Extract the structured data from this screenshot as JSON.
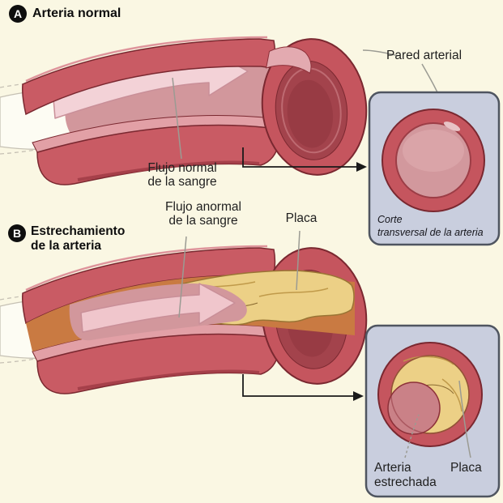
{
  "colors": {
    "background": "#FAF7E3",
    "artery_wall": "#C95B64",
    "artery_outline": "#7A2830",
    "lumen_pink": "#D2979C",
    "flow_arrow_pink": "#F3D2D7",
    "cap_interior": "#A3434C",
    "plaque_yellow": "#ECD086",
    "plaque_outline": "#9A7434",
    "narrowed_flow_orange": "#C97A42",
    "inset_background": "#C9CEDE",
    "inset_border": "#4F5560",
    "text": "#1F1F1F",
    "leader_line": "#9B9B93"
  },
  "panel_a": {
    "badge": "A",
    "title": "Arteria normal",
    "flow_label": [
      "Flujo normal",
      "de la sangre"
    ],
    "wall_label": "Pared arterial",
    "inset_caption": [
      "Corte",
      "transversal de la arteria"
    ]
  },
  "panel_b": {
    "badge": "B",
    "title": [
      "Estrechamiento",
      "de la arteria"
    ],
    "flow_label": [
      "Flujo anormal",
      "de la sangre"
    ],
    "plaque_label": "Placa",
    "inset_labels": {
      "narrowed_artery": [
        "Arteria",
        "estrechada"
      ],
      "plaque": "Placa"
    }
  }
}
